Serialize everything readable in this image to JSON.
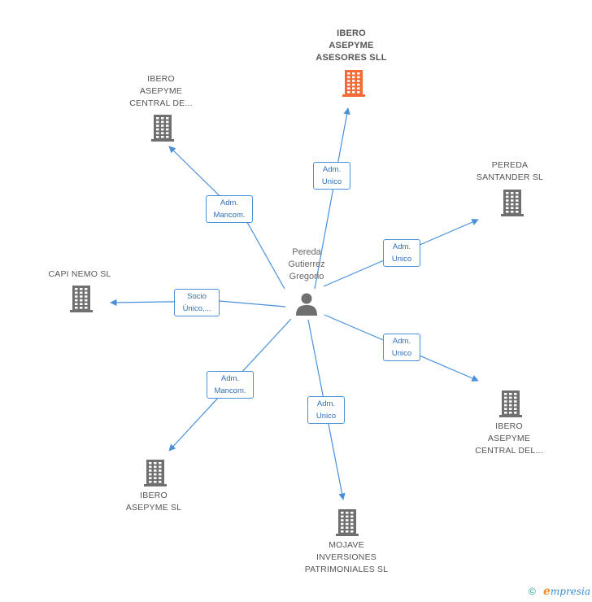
{
  "colors": {
    "edge": "#4a90d9",
    "building": "#6f6f6f",
    "focus_building": "#f26a35",
    "person": "#6f6f6f"
  },
  "center": {
    "name": "Pereda\nGutierrez\nGregorio",
    "icon": "person-icon"
  },
  "companies": [
    {
      "id": "ibero-asepyme-asesores",
      "name": "IBERO\nASEPYME\nASESORES SLL",
      "focus": true,
      "relation": "Adm.\nUnico"
    },
    {
      "id": "ibero-asepyme-central-1",
      "name": "IBERO\nASEPYME\nCENTRAL DE...",
      "focus": false,
      "relation": "Adm.\nMancom."
    },
    {
      "id": "pereda-santander",
      "name": "PEREDA\nSANTANDER SL",
      "focus": false,
      "relation": "Adm.\nUnico"
    },
    {
      "id": "capi-nemo",
      "name": "CAPI NEMO SL",
      "focus": false,
      "relation": "Socio\nÚnico,..."
    },
    {
      "id": "ibero-asepyme-central-2",
      "name": "IBERO\nASEPYME\nCENTRAL DEL...",
      "focus": false,
      "relation": "Adm.\nUnico"
    },
    {
      "id": "ibero-asepyme",
      "name": "IBERO\nASEPYME SL",
      "focus": false,
      "relation": "Adm.\nMancom."
    },
    {
      "id": "mojave",
      "name": "MOJAVE\nINVERSIONES\nPATRIMONIALES SL",
      "focus": false,
      "relation": "Adm.\nUnico"
    }
  ],
  "footer": {
    "copyright_symbol": "©",
    "brand_initial": "e",
    "brand_rest": "mpresia"
  }
}
